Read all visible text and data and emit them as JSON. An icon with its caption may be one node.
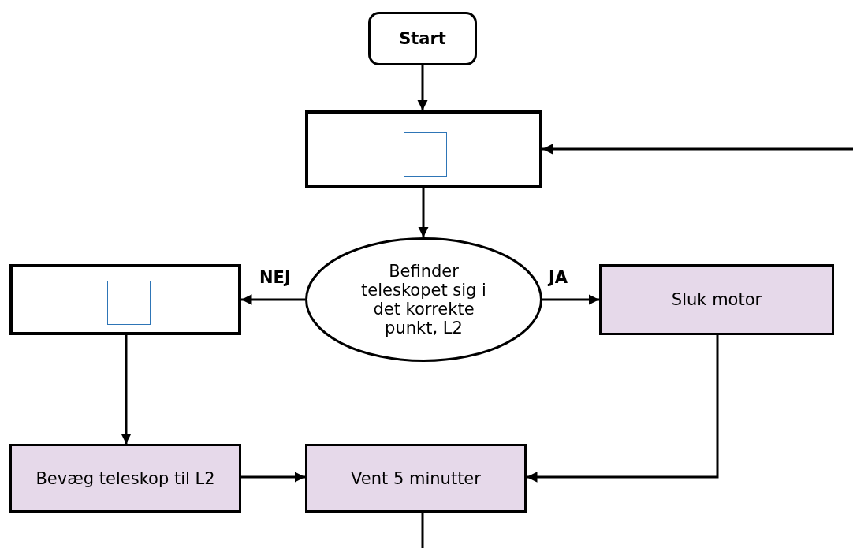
{
  "diagram": {
    "nodes": [
      {
        "text": [
          "Start"
        ]
      },
      {
        "text": [],
        "shape": "box"
      },
      {
        "text": [],
        "shape": "box",
        "in": 1
      },
      {
        "text": [
          "Befinder teleskopet sig i det korrekte punkt, L2"
        ]
      },
      {
        "text": [],
        "shape": "box"
      },
      {
        "text": [],
        "shape": "box",
        "in": 4
      },
      {
        "text": [
          "Sluk motor"
        ]
      },
      {
        "text": [
          "Bevæg teleskop til L2"
        ]
      },
      {
        "text": [
          "Vent 5 minutter"
        ]
      }
    ],
    "edges": [
      {
        "from": 0,
        "to": 1,
        "arrow": "to"
      },
      {
        "from": null,
        "to": 1,
        "arrow": "to"
      },
      {
        "from": 1,
        "to": 3,
        "arrow": "to"
      },
      {
        "from": 3,
        "to": 4,
        "arrow": "to",
        "label": "NEJ"
      },
      {
        "from": 3,
        "to": 6,
        "arrow": "to",
        "label": "JA"
      },
      {
        "from": 4,
        "to": 7,
        "arrow": "to"
      },
      {
        "from": 6,
        "to": 8,
        "arrow": "to"
      },
      {
        "from": 7,
        "to": 8,
        "arrow": "to"
      },
      {
        "from": 8,
        "to": null,
        "arrow": "none"
      }
    ]
  }
}
